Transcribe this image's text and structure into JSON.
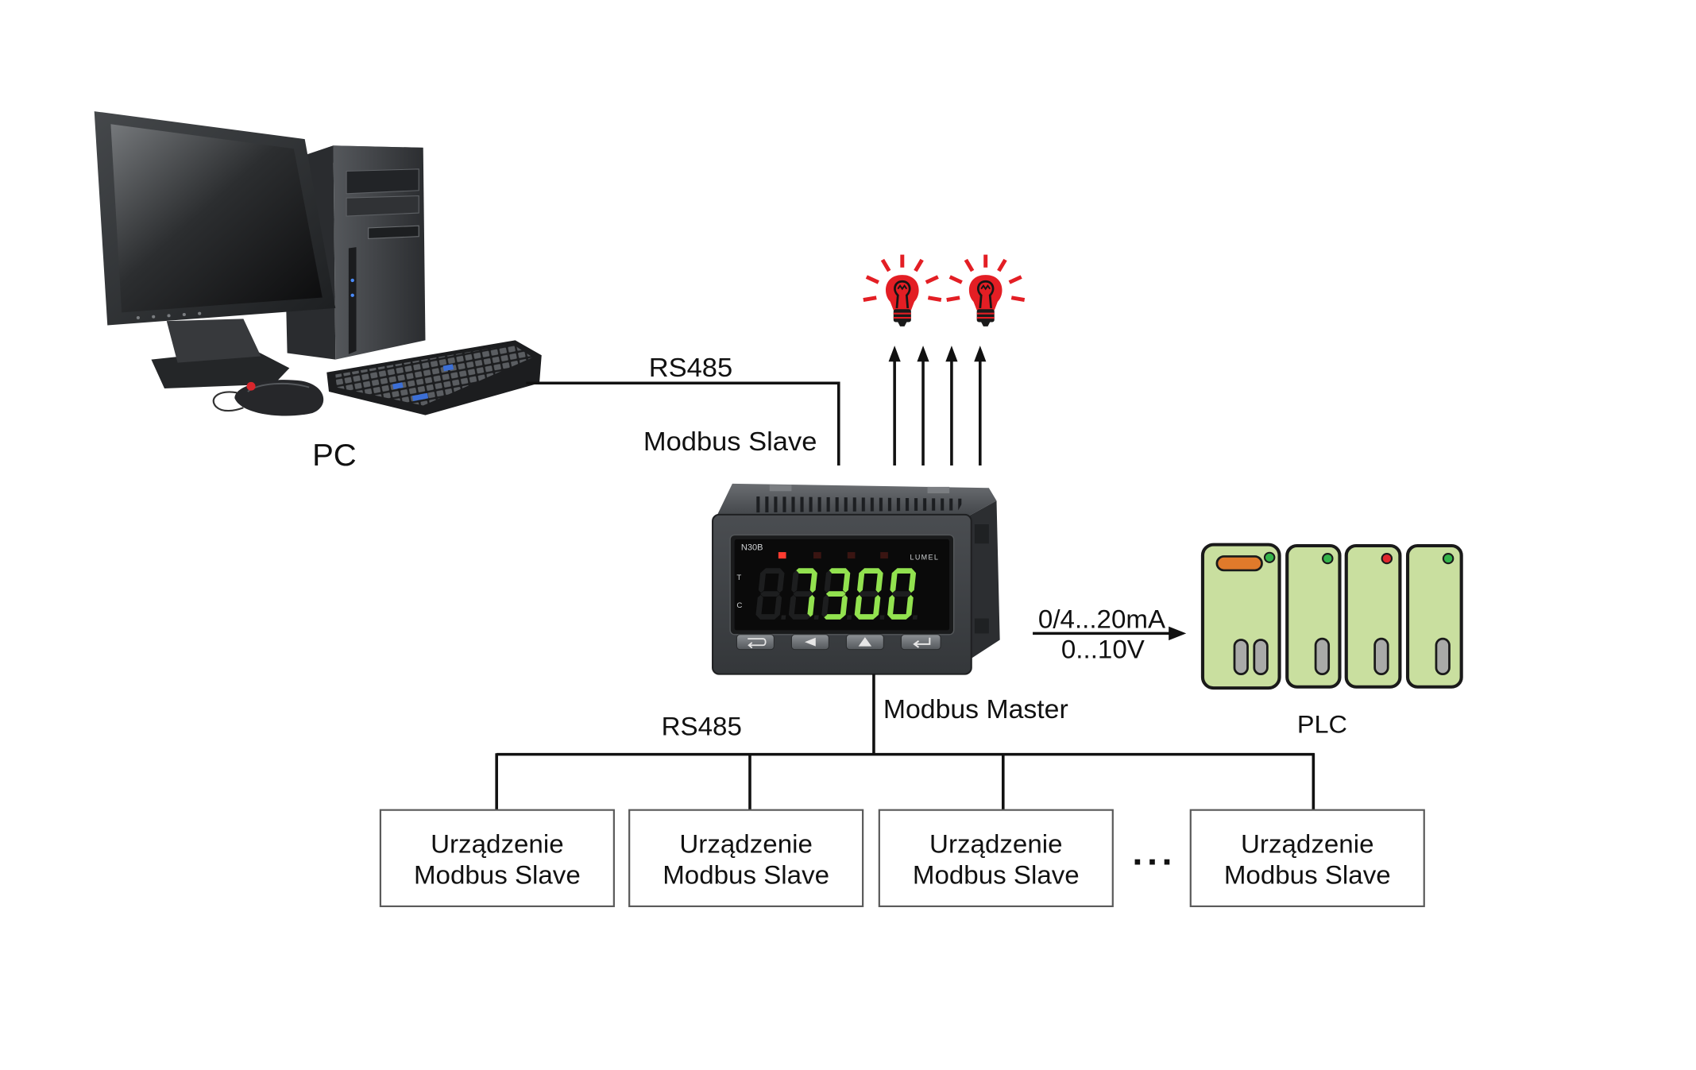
{
  "pc": {
    "label": "PC"
  },
  "pc_link": {
    "interface": "RS485",
    "role": "Modbus Slave"
  },
  "device": {
    "model": "N30B",
    "brand": "LUMEL",
    "display": "7300",
    "side_marks": [
      "T",
      "C"
    ],
    "led_states": [
      true,
      false,
      false,
      false
    ],
    "buttons": [
      "loop-arrow-icon",
      "left-arrow-icon",
      "up-arrow-icon",
      "enter-arrow-icon"
    ]
  },
  "outputs": {
    "icon": "light-bulb-icon"
  },
  "analog_output": {
    "current": "0/4...20mA",
    "voltage": "0...10V"
  },
  "plc": {
    "label": "PLC",
    "module_status_colors": [
      "#35b44a",
      "#35b44a",
      "#e0282e",
      "#35b44a"
    ]
  },
  "bus": {
    "interface": "RS485",
    "role": "Modbus Master"
  },
  "slaves": [
    {
      "line1": "Urządzenie",
      "line2": "Modbus Slave"
    },
    {
      "line1": "Urządzenie",
      "line2": "Modbus Slave"
    },
    {
      "line1": "Urządzenie",
      "line2": "Modbus Slave"
    },
    {
      "line1": "Urządzenie",
      "line2": "Modbus Slave"
    }
  ],
  "ellipsis": "...",
  "colors": {
    "segment_lit": "#92e24f",
    "segment_unlit": "#1d1e1f",
    "led_on": "#ff3b30",
    "led_off": "#3a1512",
    "bulb_red": "#e31e24",
    "plc_green": "#c9df9f"
  }
}
